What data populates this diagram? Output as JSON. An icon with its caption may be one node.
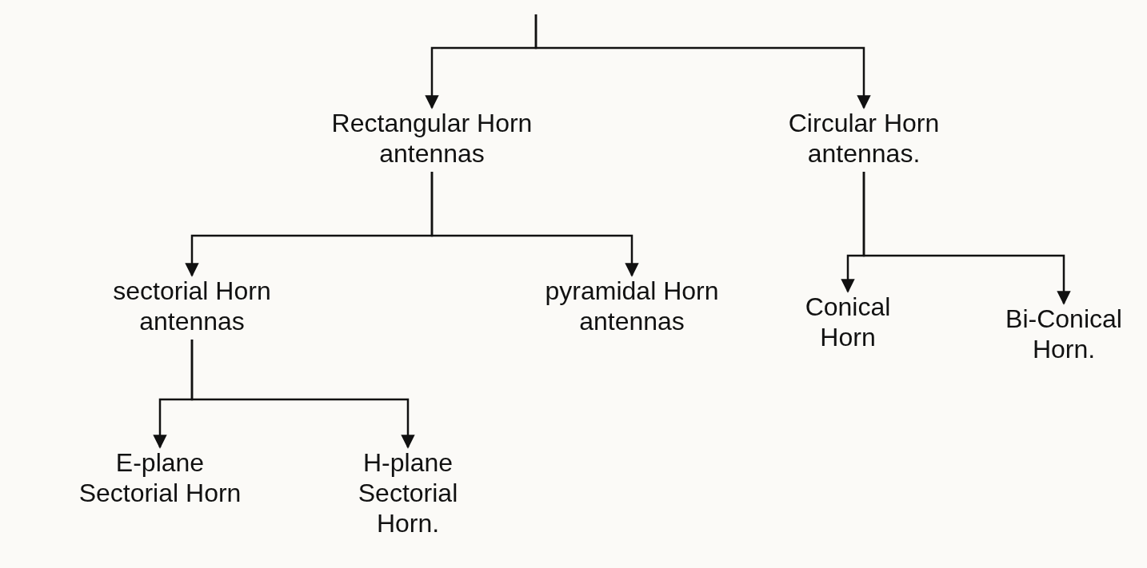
{
  "diagram": {
    "nodes": [
      {
        "text": [
          "Rectangular Horn antennas"
        ]
      },
      {
        "text": [
          "Circular Horn antennas."
        ]
      },
      {
        "text": [
          "sectorial Horn antennas"
        ]
      },
      {
        "text": [
          "pyramidal Horn antennas"
        ]
      },
      {
        "text": [
          "Conical Horn"
        ]
      },
      {
        "text": [
          "Bi-Conical Horn."
        ]
      },
      {
        "text": [
          "E-plane Sectorial Horn"
        ]
      },
      {
        "text": [
          "H-plane Sectorial Horn."
        ]
      }
    ],
    "edges": [
      {
        "from": null,
        "to": 0,
        "arrow": "to"
      },
      {
        "from": null,
        "to": 1,
        "arrow": "to"
      },
      {
        "from": 0,
        "to": 2,
        "arrow": "to"
      },
      {
        "from": 0,
        "to": 3,
        "arrow": "to"
      },
      {
        "from": 1,
        "to": 4,
        "arrow": "to"
      },
      {
        "from": 1,
        "to": 5,
        "arrow": "to"
      },
      {
        "from": 2,
        "to": 6,
        "arrow": "to"
      },
      {
        "from": 2,
        "to": 7,
        "arrow": "to"
      }
    ]
  }
}
